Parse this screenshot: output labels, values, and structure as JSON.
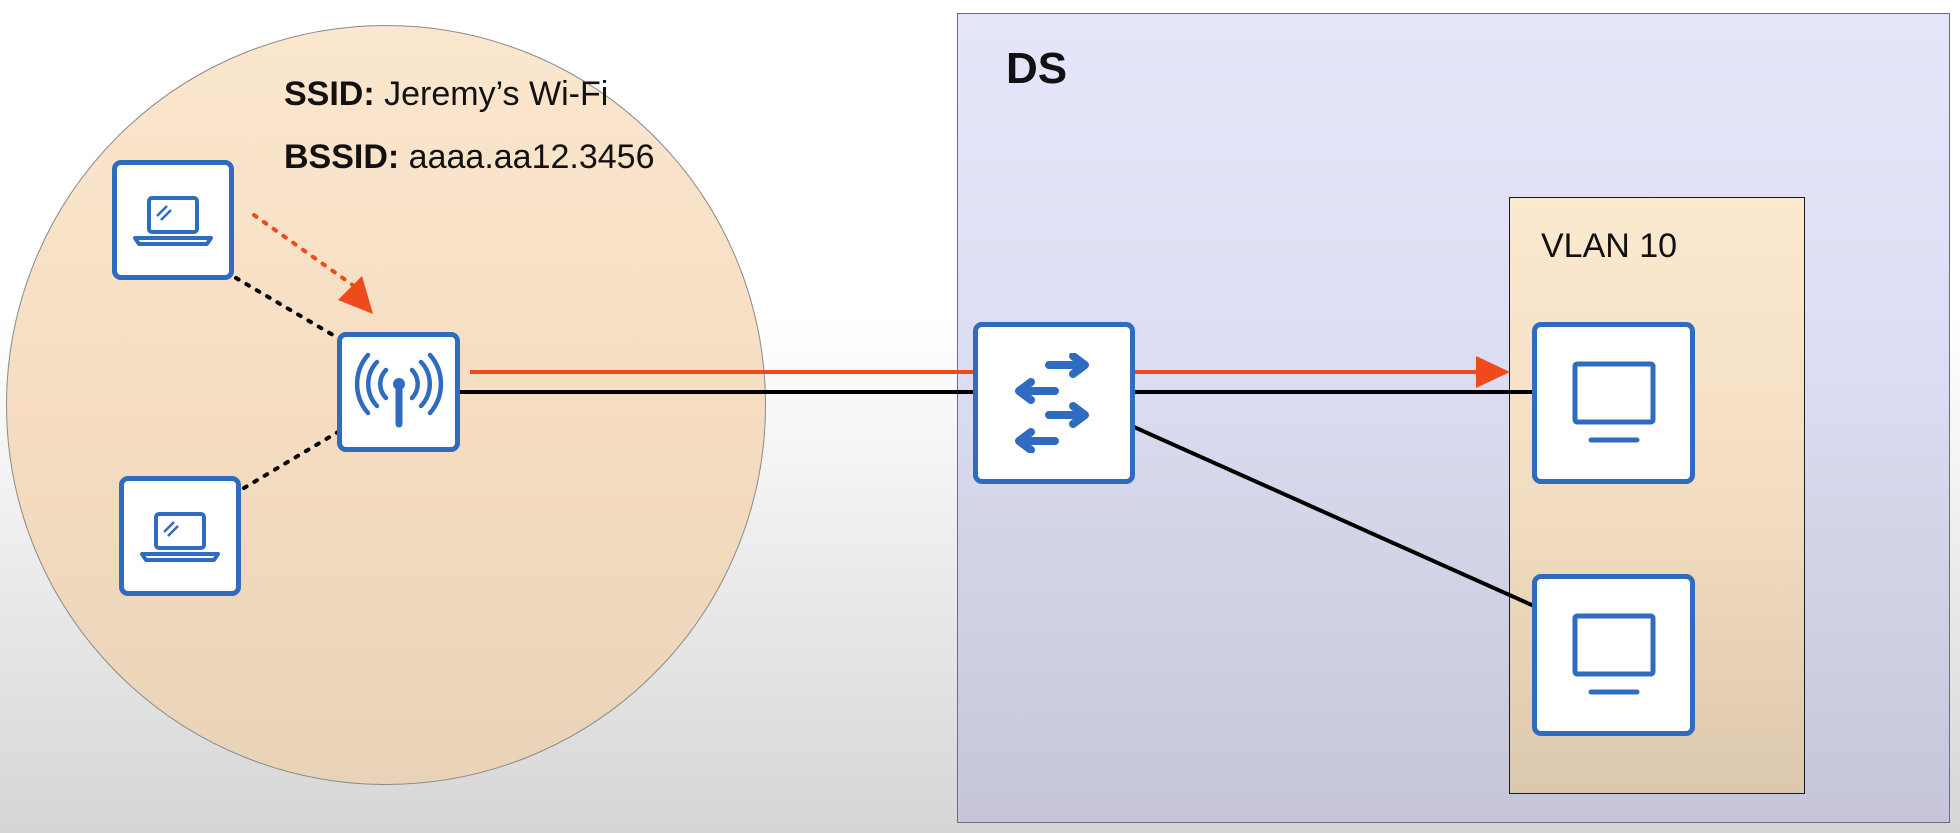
{
  "bss": {
    "ssid_key": "SSID:",
    "ssid_value": " Jeremy’s Wi-Fi",
    "bssid_key": "BSSID:",
    "bssid_value": " aaaa.aa12.3456"
  },
  "ds": {
    "title": "DS"
  },
  "vlan": {
    "title": "VLAN 10"
  },
  "icons": {
    "client_top": "laptop-icon",
    "client_bottom": "laptop-icon",
    "access_point": "wireless-access-point-icon",
    "switch": "switch-icon",
    "host_top": "desktop-monitor-icon",
    "host_bottom": "desktop-monitor-icon"
  },
  "colors": {
    "device_blue": "#2f6bbf",
    "frame_arrow": "#ee4a1c",
    "wire": "#000000"
  }
}
